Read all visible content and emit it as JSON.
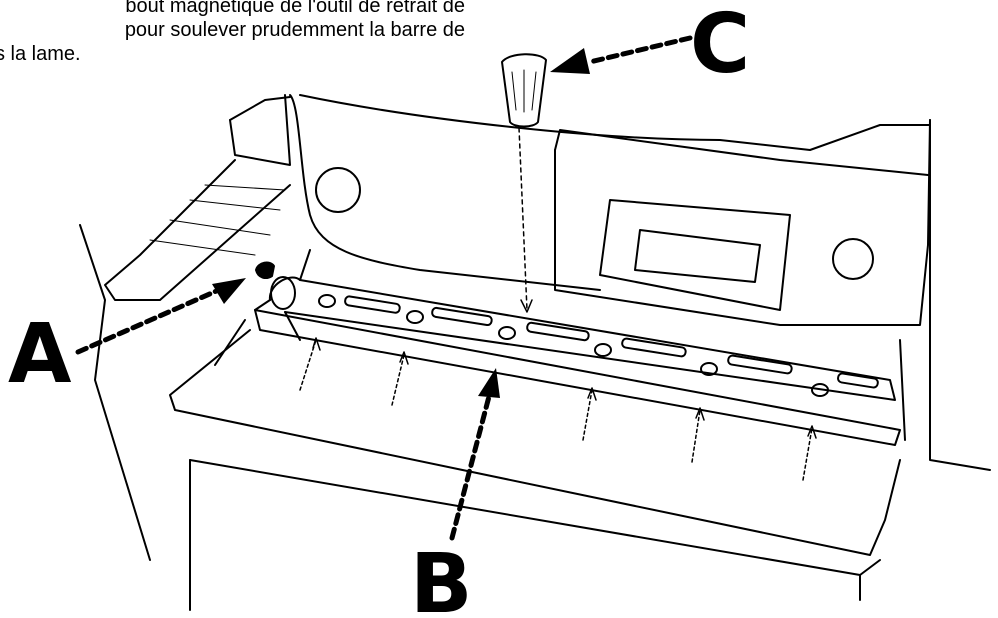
{
  "caption": {
    "lines": [
      "bout magnétique de l'outil de retrait de",
      "pour soulever prudemment la barre de",
      "s la lame."
    ]
  },
  "callouts": {
    "a": "A",
    "b": "B",
    "c": "C"
  },
  "colors": {
    "ink": "#000000",
    "paper": "#ffffff"
  }
}
